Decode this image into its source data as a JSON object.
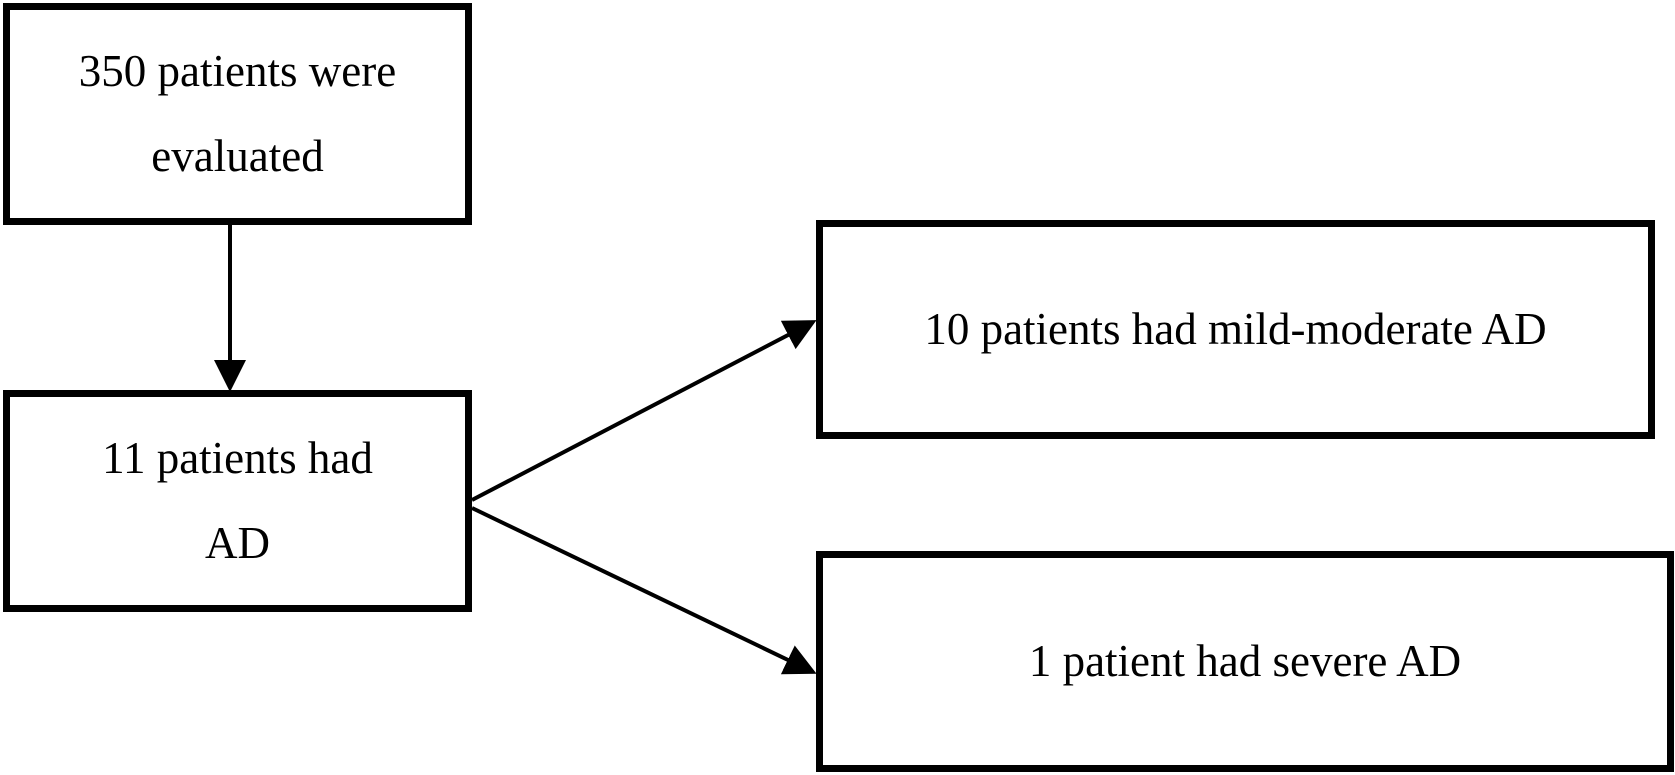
{
  "flowchart": {
    "nodes": [
      {
        "id": "start",
        "text": "350 patients were evaluated"
      },
      {
        "id": "ad",
        "text": "11 patients had AD"
      },
      {
        "id": "mild",
        "text": "10 patients had mild-moderate AD"
      },
      {
        "id": "severe",
        "text": "1 patient had severe AD"
      }
    ],
    "edges": [
      {
        "from": "start",
        "to": "ad"
      },
      {
        "from": "ad",
        "to": "mild"
      },
      {
        "from": "ad",
        "to": "severe"
      }
    ],
    "colors": {
      "stroke": "#000000",
      "background": "#ffffff"
    }
  }
}
